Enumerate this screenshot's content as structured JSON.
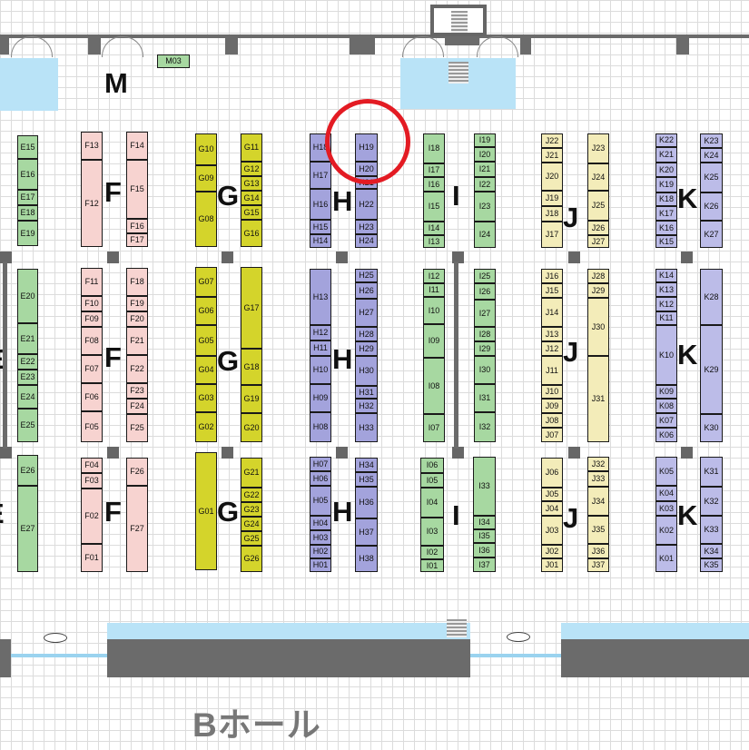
{
  "hall_label": "Bホール",
  "block_letters": {
    "E": "E",
    "F": "F",
    "G": "G",
    "H": "H",
    "I": "I",
    "J": "J",
    "K": "K",
    "M": "M"
  },
  "colors": {
    "F": "#f7d3d0",
    "G": "#d4d42b",
    "H": "#a3a3dc",
    "E": "#a7d8a1",
    "I": "#a7d8a1",
    "J": "#f3ecb9",
    "K": "#bcbce8",
    "wall": "#6b6b6b",
    "water": "#b9e3f7",
    "highlight": "#e31b23"
  },
  "icons": {
    "highlight_marker": "red-circle-icon",
    "stairs": "stairs-icon",
    "door": "door-swing-icon"
  },
  "booths": {
    "E15": "E15",
    "E16": "E16",
    "E17": "E17",
    "E18": "E18",
    "E19": "E19",
    "E20": "E20",
    "E21": "E21",
    "E22": "E22",
    "E23": "E23",
    "E24": "E24",
    "E25": "E25",
    "E26": "E26",
    "E27": "E27",
    "F01": "F01",
    "F02": "F02",
    "F03": "F03",
    "F04": "F04",
    "F05": "F05",
    "F06": "F06",
    "F07": "F07",
    "F08": "F08",
    "F09": "F09",
    "F10": "F10",
    "F11": "F11",
    "F12": "F12",
    "F13": "F13",
    "F14": "F14",
    "F15": "F15",
    "F16": "F16",
    "F17": "F17",
    "F18": "F18",
    "F19": "F19",
    "F20": "F20",
    "F21": "F21",
    "F22": "F22",
    "F23": "F23",
    "F24": "F24",
    "F25": "F25",
    "F26": "F26",
    "F27": "F27",
    "G01": "G01",
    "G02": "G02",
    "G03": "G03",
    "G04": "G04",
    "G05": "G05",
    "G06": "G06",
    "G07": "G07",
    "G08": "G08",
    "G09": "G09",
    "G10": "G10",
    "G11": "G11",
    "G12": "G12",
    "G13": "G13",
    "G14": "G14",
    "G15": "G15",
    "G16": "G16",
    "G17": "G17",
    "G18": "G18",
    "G19": "G19",
    "G20": "G20",
    "G21": "G21",
    "G22": "G22",
    "G23": "G23",
    "G24": "G24",
    "G25": "G25",
    "G26": "G26",
    "H01": "H01",
    "H02": "H02",
    "H03": "H03",
    "H04": "H04",
    "H05": "H05",
    "H06": "H06",
    "H07": "H07",
    "H08": "H08",
    "H09": "H09",
    "H10": "H10",
    "H11": "H11",
    "H12": "H12",
    "H13": "H13",
    "H14": "H14",
    "H15": "H15",
    "H16": "H16",
    "H17": "H17",
    "H18": "H18",
    "H19": "H19",
    "H20": "H20",
    "H21": "H21",
    "H22": "H22",
    "H23": "H23",
    "H24": "H24",
    "H25": "H25",
    "H26": "H26",
    "H27": "H27",
    "H28": "H28",
    "H29": "H29",
    "H30": "H30",
    "H31": "H31",
    "H32": "H32",
    "H33": "H33",
    "H34": "H34",
    "H35": "H35",
    "H36": "H36",
    "H37": "H37",
    "H38": "H38",
    "I01": "I01",
    "I02": "I02",
    "I03": "I03",
    "I04": "I04",
    "I05": "I05",
    "I06": "I06",
    "I07": "I07",
    "I08": "I08",
    "I09": "I09",
    "I10": "I10",
    "I11": "I11",
    "I12": "I12",
    "I13": "I13",
    "I14": "I14",
    "I15": "I15",
    "I16": "I16",
    "I17": "I17",
    "I18": "I18",
    "I19": "I19",
    "I20": "I20",
    "I21": "I21",
    "I22": "I22",
    "I23": "I23",
    "I24": "I24",
    "I25": "I25",
    "I26": "I26",
    "I27": "I27",
    "I28": "I28",
    "I29": "I29",
    "I30": "I30",
    "I31": "I31",
    "I32": "I32",
    "I33": "I33",
    "I34": "I34",
    "I35": "I35",
    "I36": "I36",
    "I37": "I37",
    "J01": "J01",
    "J02": "J02",
    "J03": "J03",
    "J04": "J04",
    "J05": "J05",
    "J06": "J06",
    "J07": "J07",
    "J08": "J08",
    "J09": "J09",
    "J10": "J10",
    "J11": "J11",
    "J12": "J12",
    "J13": "J13",
    "J14": "J14",
    "J15": "J15",
    "J16": "J16",
    "J17": "J17",
    "J18": "J18",
    "J19": "J19",
    "J20": "J20",
    "J21": "J21",
    "J22": "J22",
    "J23": "J23",
    "J24": "J24",
    "J25": "J25",
    "J26": "J26",
    "J27": "J27",
    "J28": "J28",
    "J29": "J29",
    "J30": "J30",
    "J31": "J31",
    "J32": "J32",
    "J33": "J33",
    "J34": "J34",
    "J35": "J35",
    "J36": "J36",
    "J37": "J37",
    "K01": "K01",
    "K02": "K02",
    "K03": "K03",
    "K04": "K04",
    "K05": "K05",
    "K06": "K06",
    "K07": "K07",
    "K08": "K08",
    "K09": "K09",
    "K10": "K10",
    "K11": "K11",
    "K12": "K12",
    "K13": "K13",
    "K14": "K14",
    "K15": "K15",
    "K16": "K16",
    "K17": "K17",
    "K18": "K18",
    "K19": "K19",
    "K20": "K20",
    "K21": "K21",
    "K22": "K22",
    "K23": "K23",
    "K24": "K24",
    "K25": "K25",
    "K26": "K26",
    "K27": "K27",
    "K28": "K28",
    "K29": "K29",
    "K30": "K30",
    "K31": "K31",
    "K32": "K32",
    "K33": "K33",
    "K34": "K34",
    "K35": "K35",
    "M03": "M03"
  }
}
